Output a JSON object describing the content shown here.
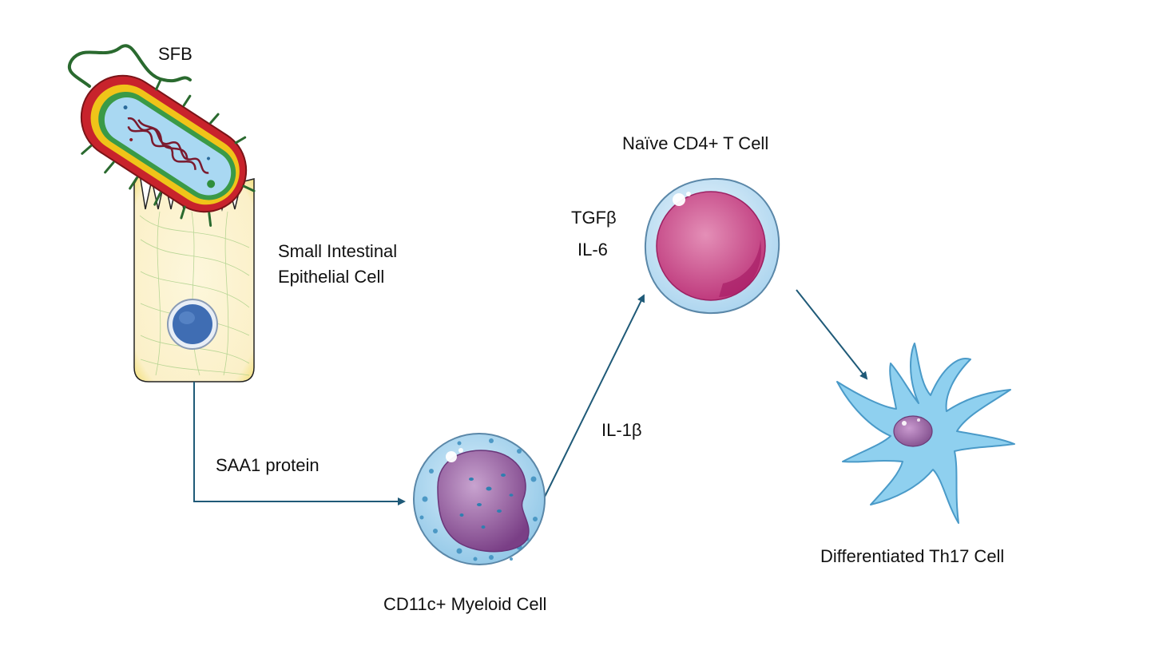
{
  "labels": {
    "sfb": "SFB",
    "epithelial_line1": "Small Intestinal",
    "epithelial_line2": "Epithelial Cell",
    "saa1": "SAA1 protein",
    "myeloid": "CD11c+ Myeloid Cell",
    "il1b": "IL-1β",
    "tgfb": "TGFβ",
    "il6": "IL-6",
    "naive_t": "Naïve CD4+ T Cell",
    "th17": "Differentiated Th17 Cell"
  },
  "colors": {
    "arrow": "#1f5a78",
    "bacterium_wall": "#c8232c",
    "bacterium_inner": "#a9d8f2",
    "epithelial_fill": "#fbf3d2",
    "nucleus": "#3f6db3",
    "myeloid_nucleus": "#8e5a94",
    "t_cell_nucleus": "#cf5f93",
    "th17_body": "#8fd0ef"
  }
}
